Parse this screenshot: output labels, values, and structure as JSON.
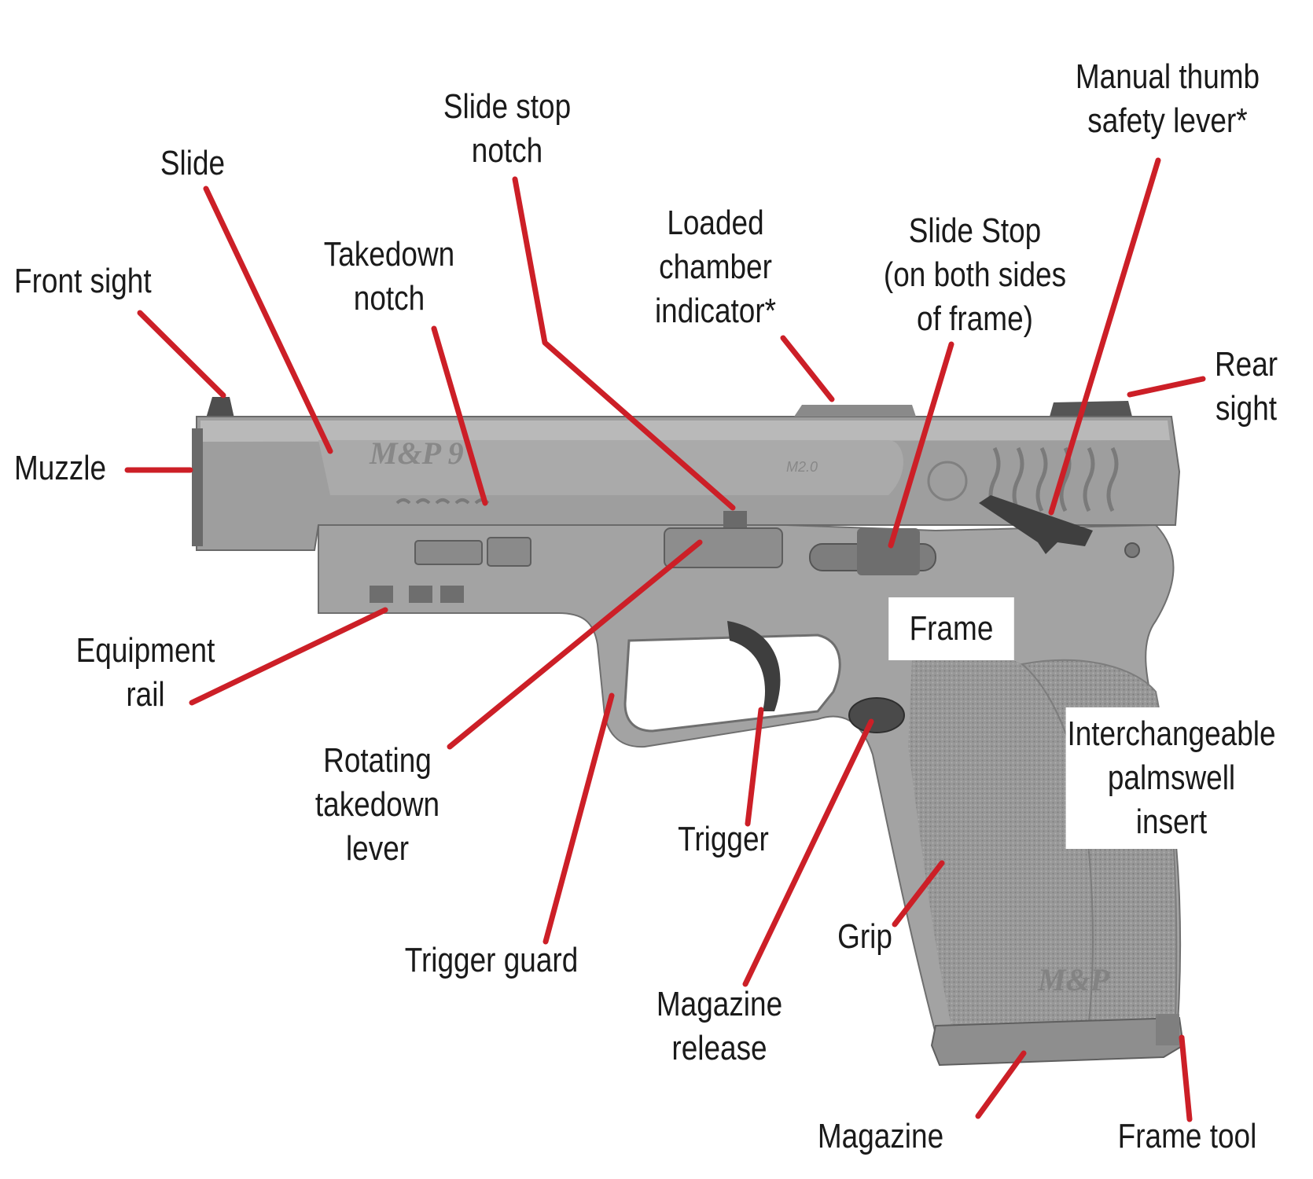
{
  "colors": {
    "arrow": "#cc1f27",
    "gun_body": "#9b9b9b",
    "gun_dark": "#6f6f6f",
    "gun_light": "#b9b9b9",
    "label": "#1a1a1a"
  },
  "gun_markings": {
    "slide_logo": "M&P 9",
    "slide_model": "M2.0",
    "grip_logo": "M&P"
  },
  "labels": {
    "front_sight": "Front sight",
    "slide": "Slide",
    "slide_stop_notch": "Slide stop\nnotch",
    "takedown_notch": "Takedown\nnotch",
    "loaded_chamber_indicator": "Loaded\nchamber\nindicator*",
    "slide_stop": "Slide Stop\n(on both sides\nof frame)",
    "manual_thumb_safety": "Manual thumb\nsafety lever*",
    "rear_sight": "Rear\nsight",
    "muzzle": "Muzzle",
    "equipment_rail": "Equipment\nrail",
    "frame": "Frame",
    "rotating_takedown_lever": "Rotating\ntakedown\nlever",
    "trigger": "Trigger",
    "interchangeable_palmswell": "Interchangeable\npalmswell\ninsert",
    "trigger_guard": "Trigger guard",
    "grip": "Grip",
    "magazine_release": "Magazine\nrelease",
    "magazine": "Magazine",
    "frame_tool": "Frame tool"
  }
}
